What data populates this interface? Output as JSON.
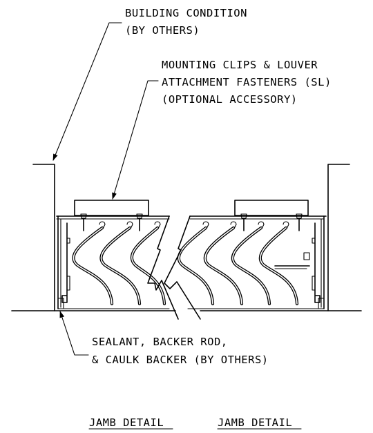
{
  "labels": {
    "building_condition": [
      "BUILDING CONDITION",
      "(BY OTHERS)"
    ],
    "mounting_clips": [
      "MOUNTING CLIPS & LOUVER",
      "ATTACHMENT FASTENERS (SL)",
      "(OPTIONAL ACCESSORY)"
    ],
    "sealant": [
      "SEALANT, BACKER ROD,",
      "& CAULK BACKER (BY OTHERS)"
    ],
    "title_left": "JAMB DETAIL",
    "title_right": "JAMB DETAIL"
  }
}
